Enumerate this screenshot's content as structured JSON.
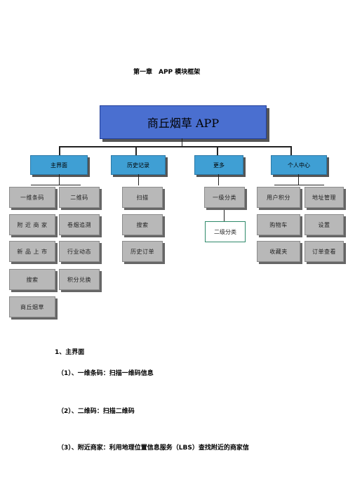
{
  "chapter_title": "第一章　APP 模块框架",
  "diagram": {
    "root": "商丘烟草 APP",
    "categories": [
      "主界面",
      "历史记录",
      "更多",
      "个人中心"
    ],
    "main": {
      "left": [
        "一维条码",
        "附 近 商 家",
        "新 品 上 市",
        "搜索",
        "商丘烟草"
      ],
      "right": [
        "二维码",
        "卷烟追溯",
        "行业动态",
        "积分兑换"
      ]
    },
    "history": [
      "扫描",
      "搜索",
      "历史订单"
    ],
    "more": {
      "level1": "一级分类",
      "level2": "二级分类"
    },
    "personal": {
      "left": [
        "用户积分",
        "购物车",
        "收藏夹"
      ],
      "right": [
        "地址管理",
        "设置",
        "订单查看"
      ]
    }
  },
  "section": {
    "title": "1、主界面",
    "items": [
      "（1）、一维条码：扫描一维码信息",
      "（2）、二维码：扫描二维码",
      "（3）、附近商家：利用地理位置信息服务（LBS）查找附近的商家信"
    ]
  }
}
